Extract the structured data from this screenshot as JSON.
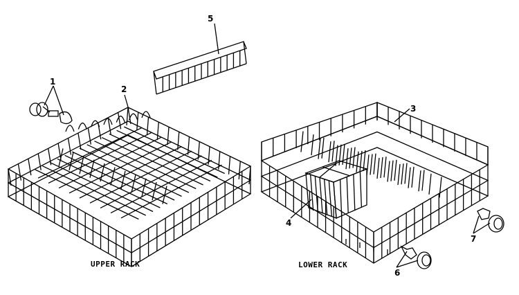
{
  "labels": {
    "upper_rack": "UPPER RACK",
    "lower_rack": "LOWER RACK"
  },
  "callouts": {
    "c1": "1",
    "c2": "2",
    "c3": "3",
    "c4": "4",
    "c5": "5",
    "c6": "6",
    "c7": "7"
  }
}
